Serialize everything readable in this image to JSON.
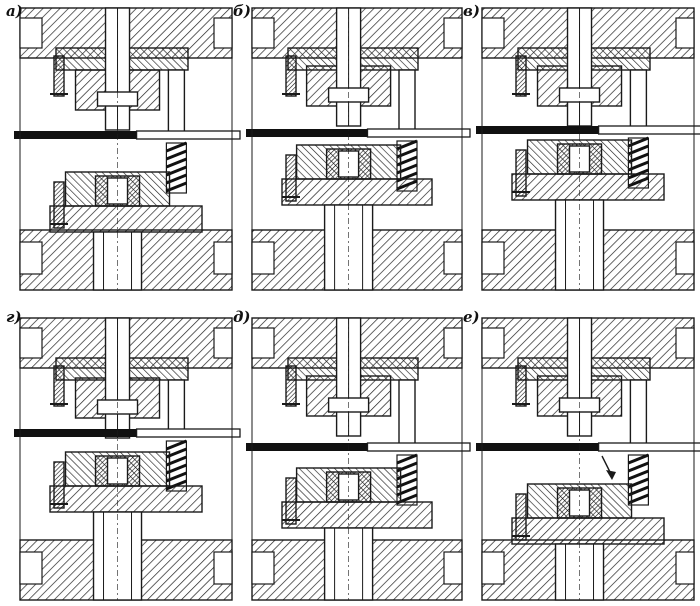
{
  "figure": {
    "panels": [
      {
        "id": "a",
        "label": "а)",
        "stage": "open"
      },
      {
        "id": "b",
        "label": "б)",
        "stage": "closing"
      },
      {
        "id": "v",
        "label": "в)",
        "stage": "cutting"
      },
      {
        "id": "g",
        "label": "г)",
        "stage": "cutting"
      },
      {
        "id": "d",
        "label": "д)",
        "stage": "return"
      },
      {
        "id": "e",
        "label": "е)",
        "stage": "eject"
      }
    ],
    "colors": {
      "ink": "#1a1a1a",
      "paper": "#ffffff",
      "hatch": "#2a2a2a"
    }
  }
}
